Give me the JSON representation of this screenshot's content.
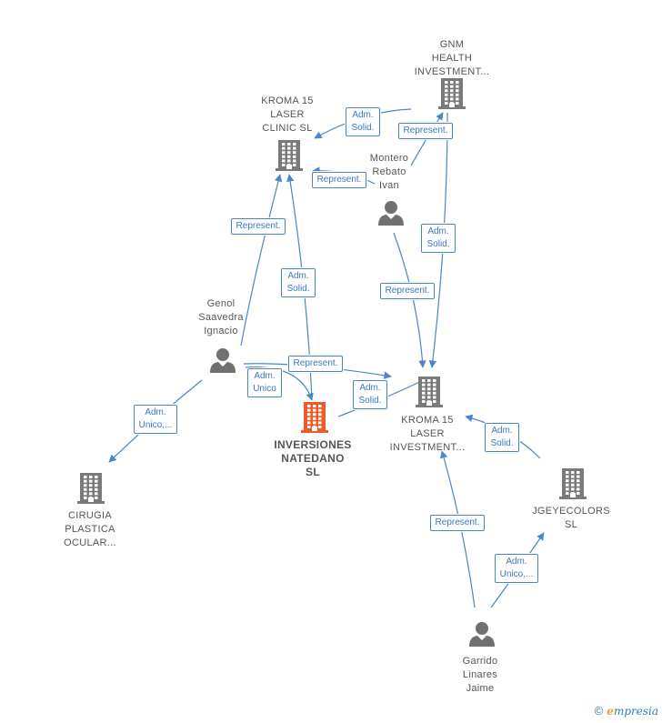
{
  "colors": {
    "edge": "#4a86c8",
    "company_icon": "#7a7a7a",
    "person_icon": "#707070",
    "focus_icon": "#f05a28",
    "label_text": "#555555",
    "badge_text": "#3a78c3"
  },
  "nodes": [
    {
      "id": "gnm",
      "type": "company",
      "icon": "building-icon",
      "label": [
        "GNM",
        "HEALTH",
        "INVESTMENT..."
      ]
    },
    {
      "id": "kroma_laser",
      "type": "company",
      "icon": "building-icon",
      "label": [
        "KROMA 15",
        "LASER",
        "CLINIC  SL"
      ]
    },
    {
      "id": "montero",
      "type": "person",
      "icon": "person-icon",
      "label": [
        "Montero",
        "Rebato",
        "Ivan"
      ]
    },
    {
      "id": "genol",
      "type": "person",
      "icon": "person-icon",
      "label": [
        "Genol",
        "Saavedra",
        "Ignacio"
      ]
    },
    {
      "id": "inversiones",
      "type": "company",
      "icon": "building-icon",
      "focus": true,
      "label": [
        "INVERSIONES",
        "NATEDANO",
        "SL"
      ]
    },
    {
      "id": "kroma_inv",
      "type": "company",
      "icon": "building-icon",
      "label": [
        "KROMA 15",
        "LASER",
        "INVESTMENT..."
      ]
    },
    {
      "id": "cirugia",
      "type": "company",
      "icon": "building-icon",
      "label": [
        "CIRUGIA",
        "PLASTICA",
        "OCULAR..."
      ]
    },
    {
      "id": "jgeye",
      "type": "company",
      "icon": "building-icon",
      "label": [
        "JGEYECOLORS",
        "SL"
      ]
    },
    {
      "id": "garrido",
      "type": "person",
      "icon": "person-icon",
      "label": [
        "Garrido",
        "Linares",
        "Jaime"
      ]
    }
  ],
  "edges": [
    {
      "id": "e1",
      "from": "gnm",
      "to": "kroma_laser",
      "label": [
        "Adm.",
        "Solid."
      ]
    },
    {
      "id": "e2",
      "from": "montero",
      "to": "gnm",
      "label": [
        "Represent."
      ]
    },
    {
      "id": "e3",
      "from": "montero",
      "to": "kroma_laser",
      "label": [
        "Represent."
      ]
    },
    {
      "id": "e4",
      "from": "gnm",
      "to": "kroma_inv",
      "label": [
        "Adm.",
        "Solid."
      ]
    },
    {
      "id": "e5",
      "from": "montero",
      "to": "kroma_inv",
      "label": [
        "Represent."
      ]
    },
    {
      "id": "e6",
      "from": "genol",
      "to": "kroma_laser",
      "label": [
        "Represent."
      ]
    },
    {
      "id": "e7",
      "from": "inversiones",
      "to": "kroma_laser",
      "label": [
        "Adm.",
        "Solid."
      ]
    },
    {
      "id": "e8",
      "from": "genol",
      "to": "kroma_inv",
      "label": [
        "Represent."
      ]
    },
    {
      "id": "e9",
      "from": "genol",
      "to": "inversiones",
      "label": [
        "Adm.",
        "Unico"
      ]
    },
    {
      "id": "e10",
      "from": "inversiones",
      "to": "kroma_inv",
      "label": [
        "Adm.",
        "Solid."
      ]
    },
    {
      "id": "e11",
      "from": "genol",
      "to": "cirugia",
      "label": [
        "Adm.",
        "Unico,..."
      ]
    },
    {
      "id": "e12",
      "from": "jgeye",
      "to": "kroma_inv",
      "label": [
        "Adm.",
        "Solid."
      ]
    },
    {
      "id": "e13",
      "from": "garrido",
      "to": "kroma_inv",
      "label": [
        "Represent."
      ]
    },
    {
      "id": "e14",
      "from": "garrido",
      "to": "jgeye",
      "label": [
        "Adm.",
        "Unico,..."
      ]
    }
  ],
  "footer": {
    "copyright": "©",
    "brand_initial": "e",
    "brand_rest": "mpresia"
  }
}
